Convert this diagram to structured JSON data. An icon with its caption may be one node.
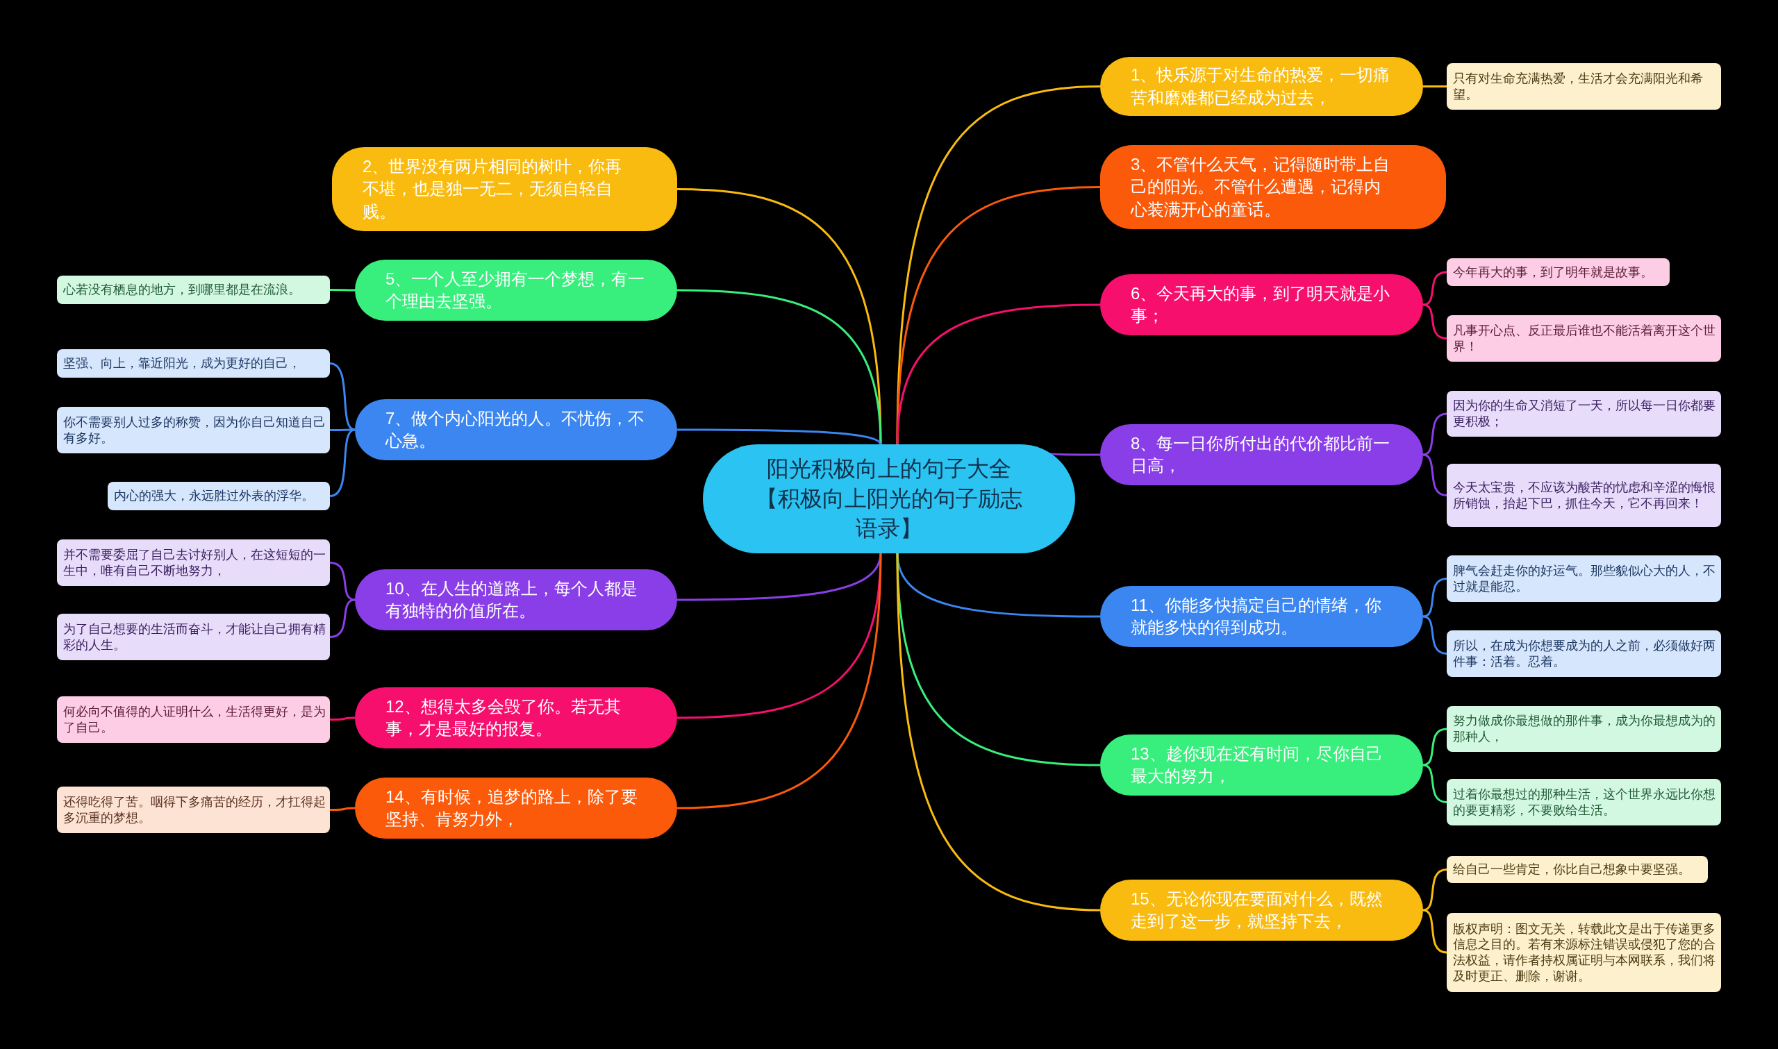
{
  "diagram": {
    "nodes": [
      {
        "text": [
          "阳光积极向上的句子大全【积极向上阳光的句子励志语录】"
        ]
      },
      {
        "text": [
          "1、快乐源于对生命的热爱，一切痛苦和磨难都已经成为过去，"
        ]
      },
      {
        "text": [
          "只有对生命充满热爱，生活才会充满阳光和希望。"
        ]
      },
      {
        "text": [
          "2、世界没有两片相同的树叶，你再不堪，也是独一无二，无须自轻自贱。"
        ]
      },
      {
        "text": [
          "3、不管什么天气，记得随时带上自己的阳光。不管什么遭遇，记得内心装满开心的童话。"
        ]
      },
      {
        "text": [
          "5、一个人至少拥有一个梦想，有一个理由去坚强。"
        ]
      },
      {
        "text": [
          "心若没有栖息的地方，到哪里都是在流浪。"
        ]
      },
      {
        "text": [
          "6、今天再大的事，到了明天就是小事；"
        ]
      },
      {
        "text": [
          "今年再大的事，到了明年就是故事。"
        ]
      },
      {
        "text": [
          "凡事开心点、反正最后谁也不能活着离开这个世界！"
        ]
      },
      {
        "text": [
          "7、做个内心阳光的人。不忧伤，不心急。"
        ]
      },
      {
        "text": [
          "坚强、向上，靠近阳光，成为更好的自己，"
        ]
      },
      {
        "text": [
          "你不需要别人过多的称赞，因为你自己知道自己有多好。"
        ]
      },
      {
        "text": [
          "内心的强大，永远胜过外表的浮华。"
        ]
      },
      {
        "text": [
          "8、每一日你所付出的代价都比前一日高，"
        ]
      },
      {
        "text": [
          "因为你的生命又消短了一天，所以每一日你都要更积极；"
        ]
      },
      {
        "text": [
          "今天太宝贵，不应该为酸苦的忧虑和辛涩的悔恨所销蚀，抬起下巴，抓住今天，它不再回来！"
        ]
      },
      {
        "text": [
          "10、在人生的道路上，每个人都是有独特的价值所在。"
        ]
      },
      {
        "text": [
          "并不需要委屈了自己去讨好别人，在这短短的一生中，唯有自己不断地努力，"
        ]
      },
      {
        "text": [
          "为了自己想要的生活而奋斗，才能让自己拥有精彩的人生。"
        ]
      },
      {
        "text": [
          "11、你能多快搞定自己的情绪，你就能多快的得到成功。"
        ]
      },
      {
        "text": [
          "脾气会赶走你的好运气。那些貌似心大的人，不过就是能忍。"
        ]
      },
      {
        "text": [
          "所以，在成为你想要成为的人之前，必须做好两件事：活着。忍着。"
        ]
      },
      {
        "text": [
          "12、想得太多会毁了你。若无其事，才是最好的报复。"
        ]
      },
      {
        "text": [
          "何必向不值得的人证明什么，生活得更好，是为了自己。"
        ]
      },
      {
        "text": [
          "13、趁你现在还有时间，尽你自己最大的努力，"
        ]
      },
      {
        "text": [
          "努力做成你最想做的那件事，成为你最想成为的那种人，"
        ]
      },
      {
        "text": [
          "过着你最想过的那种生活，这个世界永远比你想的要更精彩，不要败给生活。"
        ]
      },
      {
        "text": [
          "14、有时候，追梦的路上，除了要坚持、肯努力外，"
        ]
      },
      {
        "text": [
          "还得吃得了苦。咽得下多痛苦的经历，才扛得起多沉重的梦想。"
        ]
      },
      {
        "text": [
          "15、无论你现在要面对什么，既然走到了这一步，就坚持下去，"
        ]
      },
      {
        "text": [
          "给自己一些肯定，你比自己想象中要坚强。"
        ]
      },
      {
        "text": [
          "版权声明：图文无关，转载此文是出于传递更多信息之目的。若有来源标注错误或侵犯了您的合法权益，请作者持权属证明与本网联系，我们将及时更正、删除，谢谢。"
        ]
      }
    ],
    "edges": [
      {
        "from": 0,
        "to": 1,
        "arrow": "none",
        "color": "#f9bb0f"
      },
      {
        "from": 1,
        "to": 2,
        "arrow": "none",
        "color": "#f9bb0f"
      },
      {
        "from": 0,
        "to": 3,
        "arrow": "none",
        "color": "#f9bb0f"
      },
      {
        "from": 0,
        "to": 4,
        "arrow": "none",
        "color": "#fb5a0a"
      },
      {
        "from": 0,
        "to": 5,
        "arrow": "none",
        "color": "#38ef7d"
      },
      {
        "from": 5,
        "to": 6,
        "arrow": "none",
        "color": "#38ef7d"
      },
      {
        "from": 0,
        "to": 7,
        "arrow": "none",
        "color": "#f70f6e"
      },
      {
        "from": 7,
        "to": 8,
        "arrow": "none",
        "color": "#f70f6e"
      },
      {
        "from": 7,
        "to": 9,
        "arrow": "none",
        "color": "#f70f6e"
      },
      {
        "from": 0,
        "to": 10,
        "arrow": "none",
        "color": "#3b86f0"
      },
      {
        "from": 10,
        "to": 11,
        "arrow": "none",
        "color": "#3b86f0"
      },
      {
        "from": 10,
        "to": 12,
        "arrow": "none",
        "color": "#3b86f0"
      },
      {
        "from": 10,
        "to": 13,
        "arrow": "none",
        "color": "#3b86f0"
      },
      {
        "from": 0,
        "to": 14,
        "arrow": "none",
        "color": "#8a3ee8"
      },
      {
        "from": 14,
        "to": 15,
        "arrow": "none",
        "color": "#8a3ee8"
      },
      {
        "from": 14,
        "to": 16,
        "arrow": "none",
        "color": "#8a3ee8"
      },
      {
        "from": 0,
        "to": 17,
        "arrow": "none",
        "color": "#8a3ee8"
      },
      {
        "from": 17,
        "to": 18,
        "arrow": "none",
        "color": "#8a3ee8"
      },
      {
        "from": 17,
        "to": 19,
        "arrow": "none",
        "color": "#8a3ee8"
      },
      {
        "from": 0,
        "to": 20,
        "arrow": "none",
        "color": "#3b86f0"
      },
      {
        "from": 20,
        "to": 21,
        "arrow": "none",
        "color": "#3b86f0"
      },
      {
        "from": 20,
        "to": 22,
        "arrow": "none",
        "color": "#3b86f0"
      },
      {
        "from": 0,
        "to": 23,
        "arrow": "none",
        "color": "#f70f6e"
      },
      {
        "from": 23,
        "to": 24,
        "arrow": "none",
        "color": "#f70f6e"
      },
      {
        "from": 0,
        "to": 25,
        "arrow": "none",
        "color": "#38ef7d"
      },
      {
        "from": 25,
        "to": 26,
        "arrow": "none",
        "color": "#38ef7d"
      },
      {
        "from": 25,
        "to": 27,
        "arrow": "none",
        "color": "#38ef7d"
      },
      {
        "from": 0,
        "to": 28,
        "arrow": "none",
        "color": "#fb5a0a"
      },
      {
        "from": 28,
        "to": 29,
        "arrow": "none",
        "color": "#fb5a0a"
      },
      {
        "from": 0,
        "to": 30,
        "arrow": "none",
        "color": "#f9bb0f"
      },
      {
        "from": 30,
        "to": 31,
        "arrow": "none",
        "color": "#f9bb0f"
      },
      {
        "from": 30,
        "to": 32,
        "arrow": "none",
        "color": "#f9bb0f"
      }
    ]
  }
}
